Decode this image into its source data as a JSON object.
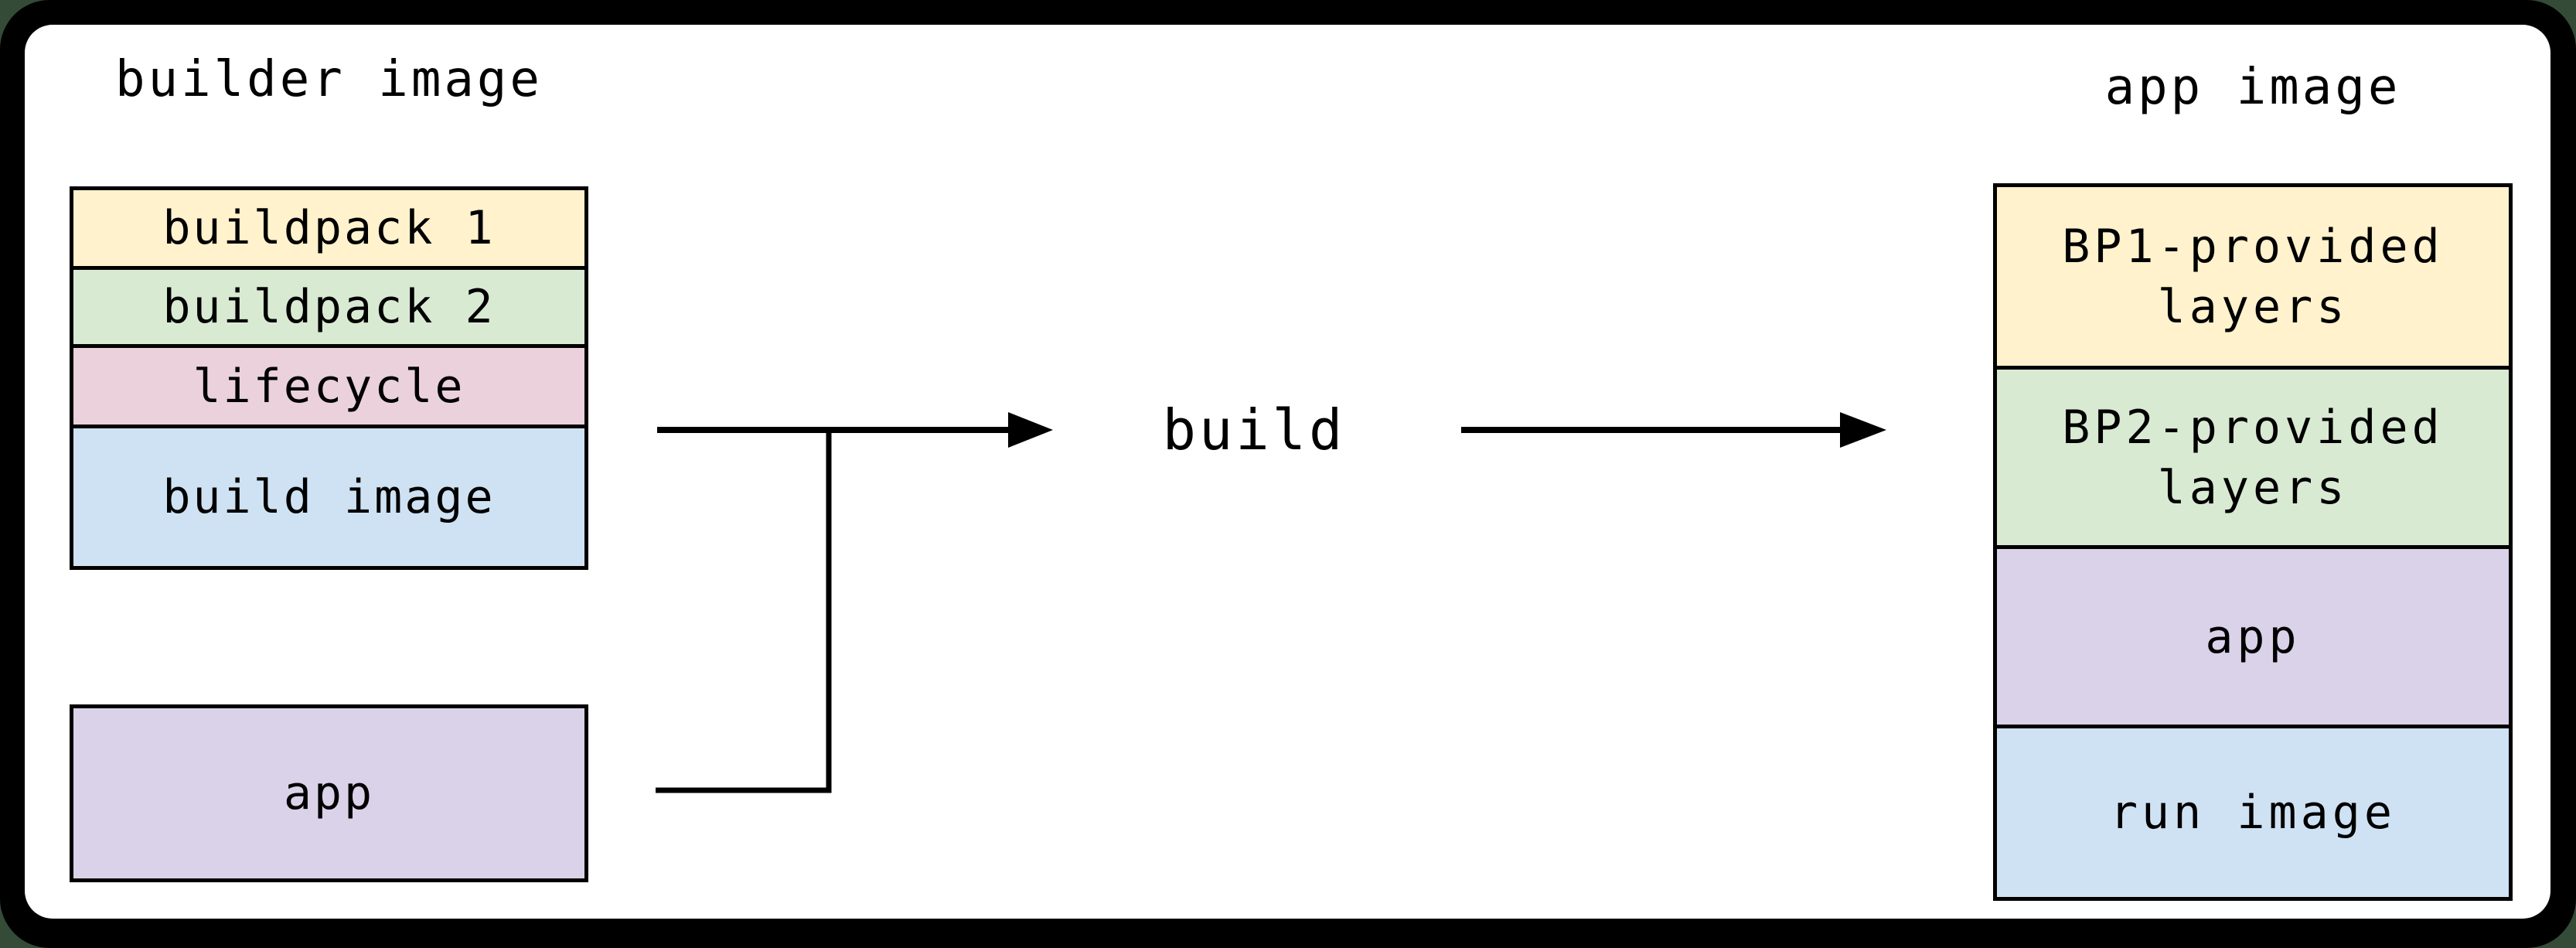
{
  "frame": {
    "outer_background": "#344b38",
    "frame_color": "#000000",
    "canvas_background": "#ffffff",
    "line_color": "#000000"
  },
  "left_group": {
    "title": "builder image",
    "stack": [
      {
        "label": "buildpack 1",
        "color": "#fff2cc"
      },
      {
        "label": "buildpack 2",
        "color": "#d9ead3"
      },
      {
        "label": "lifecycle",
        "color": "#ead1dc"
      },
      {
        "label": "build image",
        "color": "#cfe2f3"
      }
    ],
    "app_box": {
      "label": "app",
      "color": "#d9d2e9"
    }
  },
  "flow": {
    "label": "build"
  },
  "right_group": {
    "title": "app image",
    "stack": [
      {
        "label": "BP1-provided layers",
        "color": "#fff2cc"
      },
      {
        "label": "BP2-provided layers",
        "color": "#d9ead3"
      },
      {
        "label": "app",
        "color": "#d9d2e9"
      },
      {
        "label": "run image",
        "color": "#cfe2f3"
      }
    ]
  }
}
